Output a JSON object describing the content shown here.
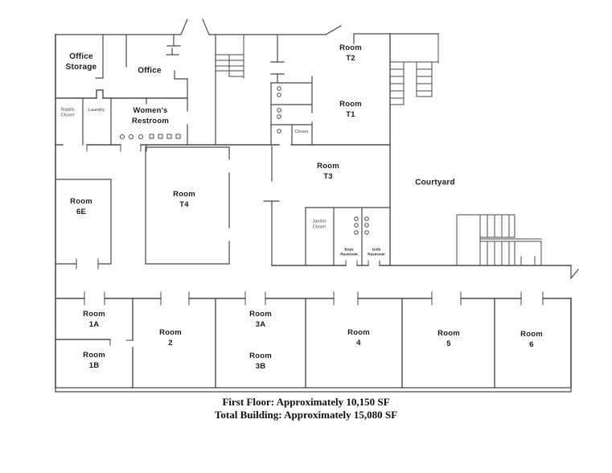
{
  "colors": {
    "wall": "#4a4a4a",
    "text": "#1c1c1c",
    "background": "#ffffff"
  },
  "labels": [
    {
      "id": "office-storage",
      "text": "Office\nStorage"
    },
    {
      "id": "office",
      "text": "Office"
    },
    {
      "id": "supply-closet",
      "text": "Supply\nCloset"
    },
    {
      "id": "laundry",
      "text": "Laundry"
    },
    {
      "id": "womens-restroom",
      "text": "Women's\nRestroom"
    },
    {
      "id": "room-6e",
      "text": "Room\n6E"
    },
    {
      "id": "room-t4",
      "text": "Room\nT4"
    },
    {
      "id": "room-t2",
      "text": "Room\nT2"
    },
    {
      "id": "room-t1",
      "text": "Room\nT1"
    },
    {
      "id": "room-t3",
      "text": "Room\nT3"
    },
    {
      "id": "closet",
      "text": "Closet"
    },
    {
      "id": "janitor-closet",
      "text": "Janitor\nCloset"
    },
    {
      "id": "boys-restroom",
      "text": "Boys\nRestroom"
    },
    {
      "id": "girls-restroom",
      "text": "Girls\nRestroom"
    },
    {
      "id": "courtyard",
      "text": "Courtyard"
    },
    {
      "id": "room-1a",
      "text": "Room\n1A"
    },
    {
      "id": "room-1b",
      "text": "Room\n1B"
    },
    {
      "id": "room-2",
      "text": "Room\n2"
    },
    {
      "id": "room-3a",
      "text": "Room\n3A"
    },
    {
      "id": "room-3b",
      "text": "Room\n3B"
    },
    {
      "id": "room-4",
      "text": "Room\n4"
    },
    {
      "id": "room-5",
      "text": "Room\n5"
    },
    {
      "id": "room-6",
      "text": "Room\n6"
    }
  ],
  "caption": {
    "line1": "First Floor: Approximately 10,150 SF",
    "line2": "Total Building: Approximately 15,080 SF"
  }
}
